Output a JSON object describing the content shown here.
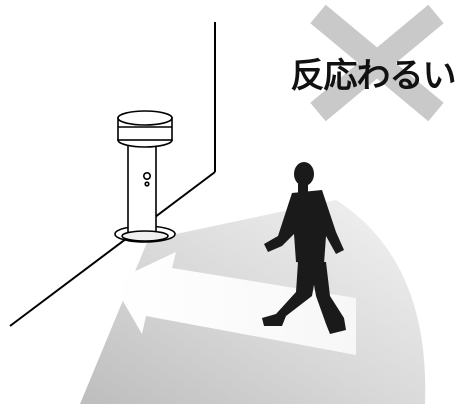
{
  "caption": {
    "text": "反応わるい"
  },
  "colors": {
    "line": "#000000",
    "cone_light": "#ededed",
    "cone_dark": "#bdbdbd",
    "cross": "#c9c9c9",
    "person": "#1a1a1a",
    "text": "#111111"
  },
  "icons": {
    "cross": "x-mark-icon",
    "sensor": "motion-sensor-pole",
    "person": "walking-person"
  }
}
